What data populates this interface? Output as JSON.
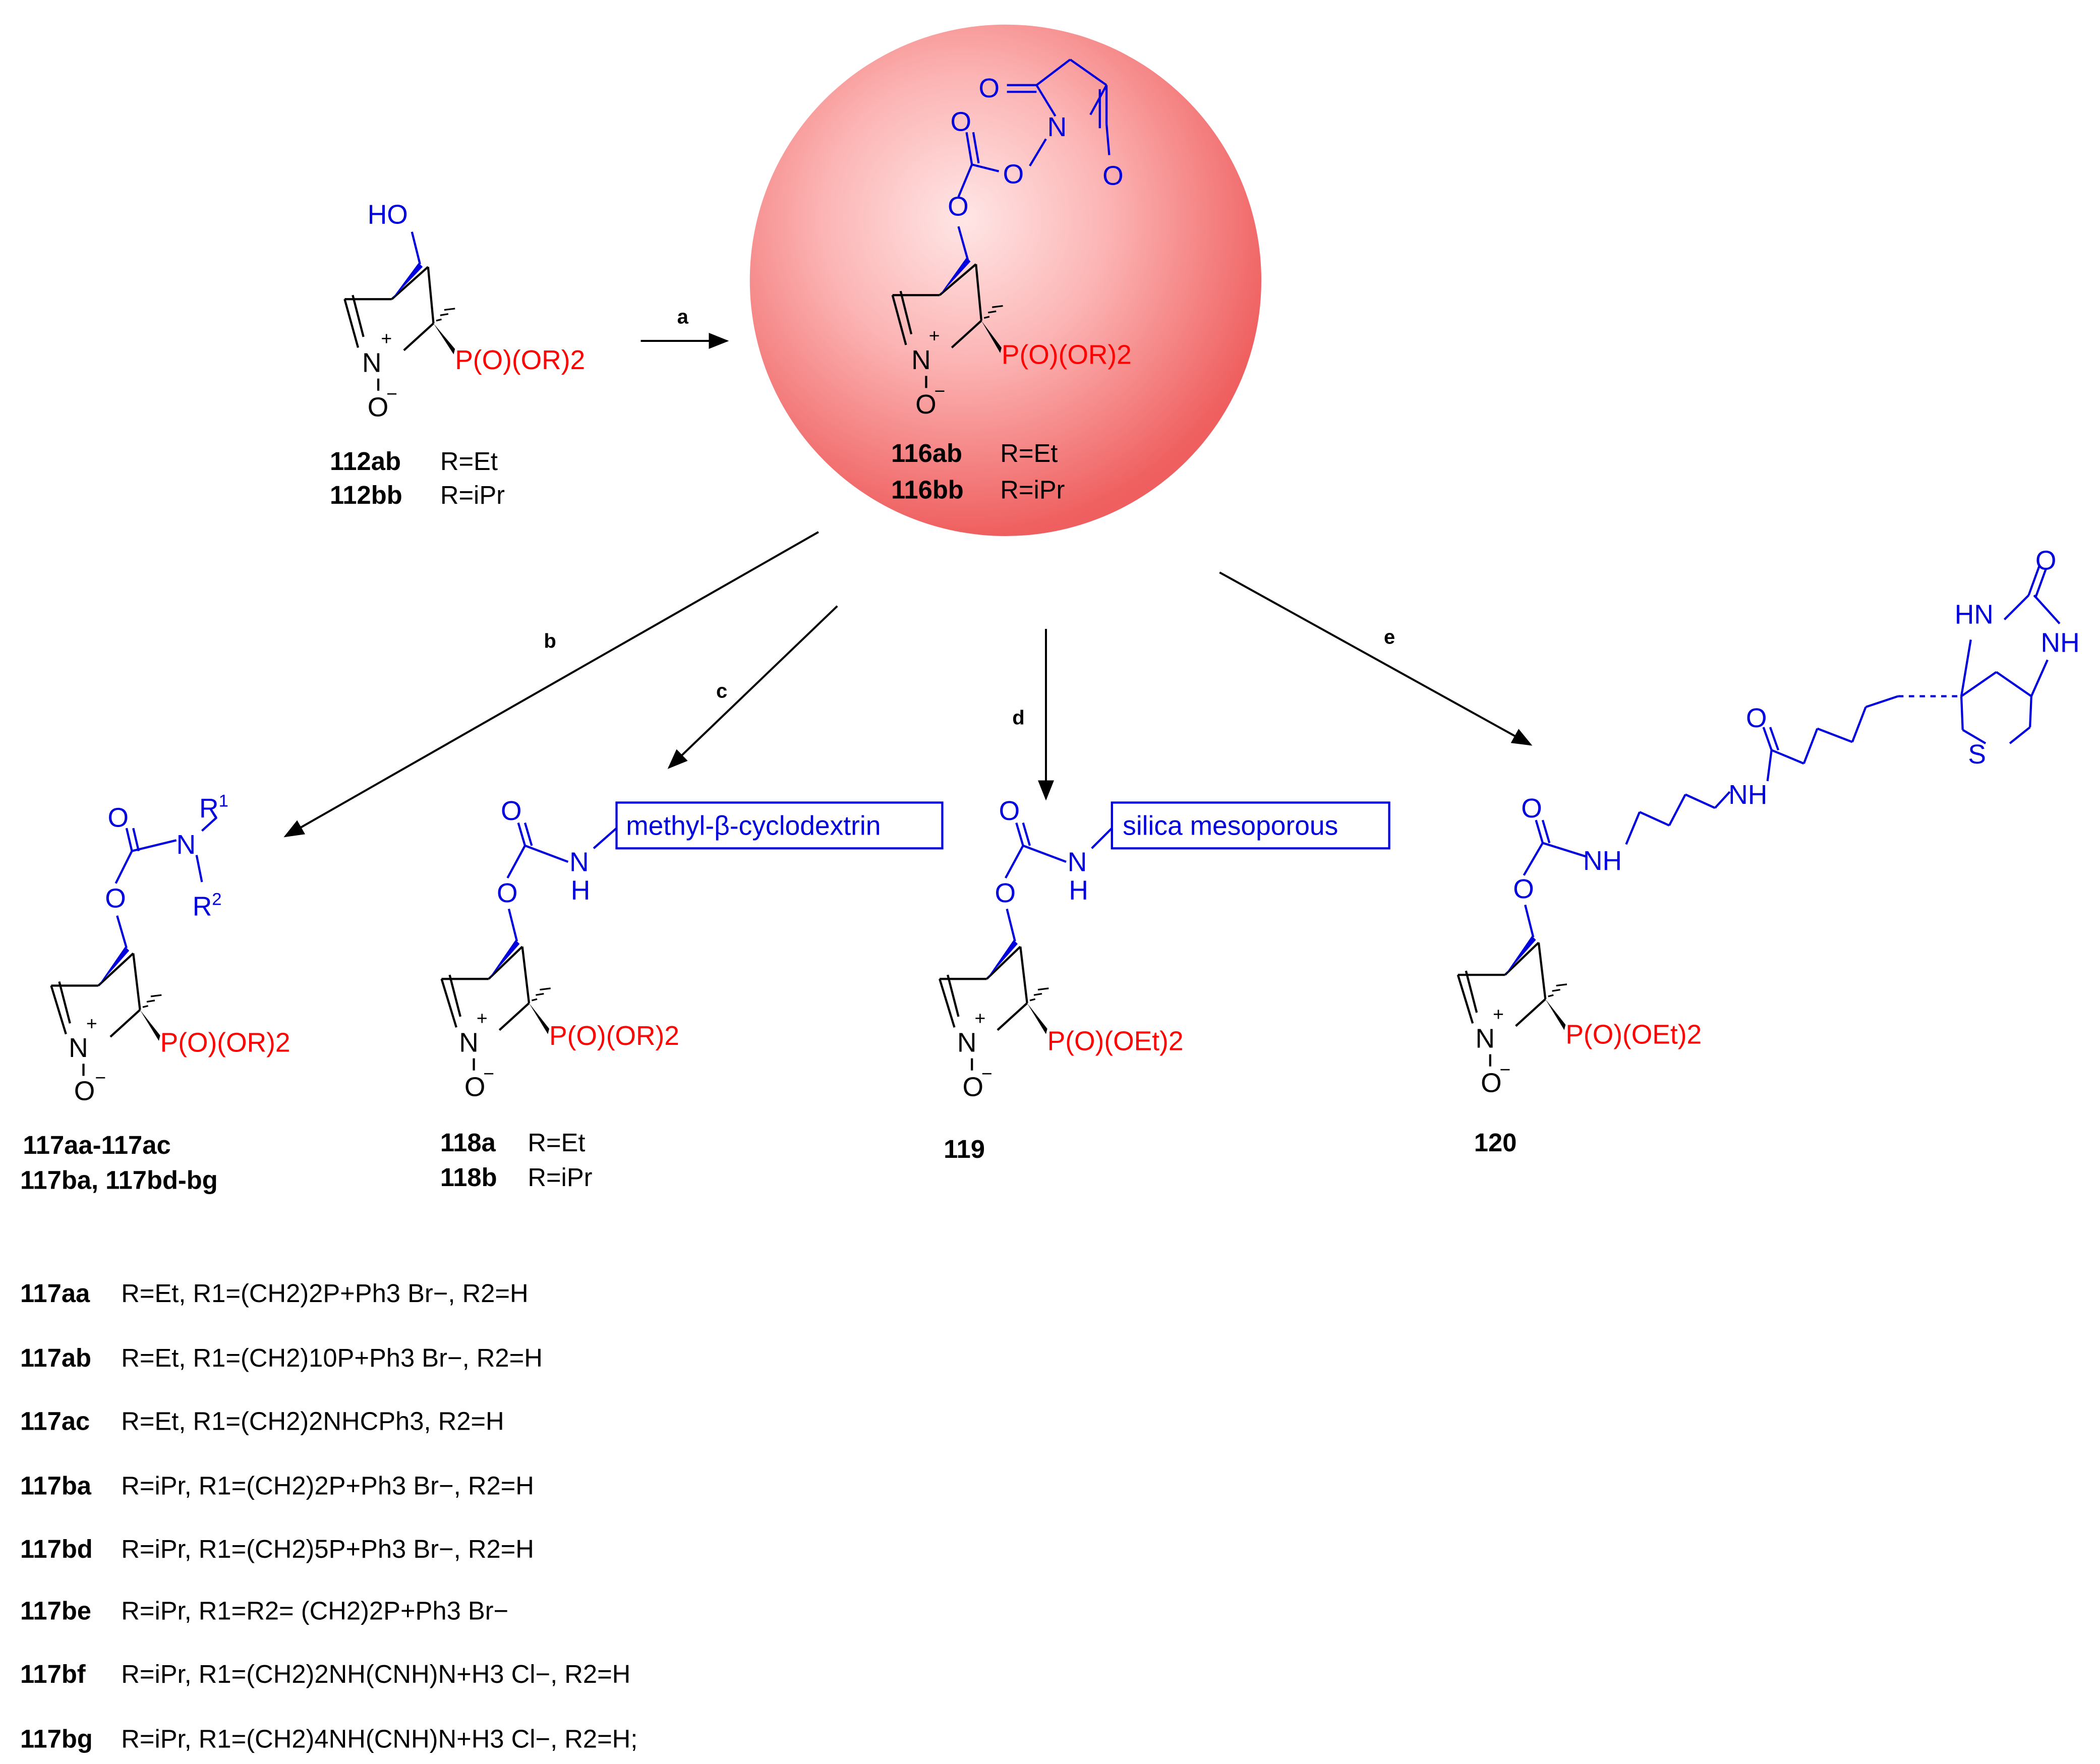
{
  "colors": {
    "bond": "#000000",
    "substituent": "#0000dd",
    "phosphonate": "#ff0000",
    "sphere_center": "#ffd7d7",
    "sphere_edge": "#f26b6b"
  },
  "reagents": {
    "a": "a",
    "b": "b",
    "c": "c",
    "d": "d",
    "e": "e"
  },
  "atoms": {
    "N": "N",
    "O": "O",
    "H": "H",
    "S": "S",
    "HO": "HO",
    "NH": "NH",
    "HN": "HN",
    "plus": "+",
    "minus": "−",
    "O_minus": "O−",
    "R1": "R1",
    "R2": "R2",
    "P_OR2": "P(O)(OR)2",
    "P_OEt2": "P(O)(OEt)2"
  },
  "boxes": {
    "cyclodextrin": "methyl-β-cyclodextrin",
    "silica": "silica mesoporous"
  },
  "compounds": {
    "c112": [
      {
        "id": "112ab",
        "r": "R=Et"
      },
      {
        "id": "112bb",
        "r": "R=iPr"
      }
    ],
    "c116": [
      {
        "id": "116ab",
        "r": "R=Et"
      },
      {
        "id": "116bb",
        "r": "R=iPr"
      }
    ],
    "c117": [
      "117aa-117ac",
      "117ba, 117bd-bg"
    ],
    "c118": [
      {
        "id": "118a",
        "r": "R=Et"
      },
      {
        "id": "118b",
        "r": "R=iPr"
      }
    ],
    "c119": "119",
    "c120": "120"
  },
  "legend": [
    {
      "id": "117aa",
      "text": "R=Et,  R1=(CH2)2P+Ph3 Br−,    R2=H"
    },
    {
      "id": "117ab",
      "text": "R=Et,  R1=(CH2)10P+Ph3 Br−,   R2=H"
    },
    {
      "id": "117ac",
      "text": "R=Et,  R1=(CH2)2NHCPh3,     R2=H"
    },
    {
      "id": "117ba",
      "text": "R=iPr, R1=(CH2)2P+Ph3 Br−,     R2=H"
    },
    {
      "id": "117bd",
      "text": "R=iPr, R1=(CH2)5P+Ph3 Br−,     R2=H"
    },
    {
      "id": "117be",
      "text": "R=iPr, R1=R2= (CH2)2P+Ph3 Br−"
    },
    {
      "id": "117bf",
      "text": "R=iPr, R1=(CH2)2NH(CNH)N+H3 Cl−,  R2=H"
    },
    {
      "id": "117bg",
      "text": "R=iPr, R1=(CH2)4NH(CNH)N+H3 Cl−,  R2=H;"
    }
  ]
}
